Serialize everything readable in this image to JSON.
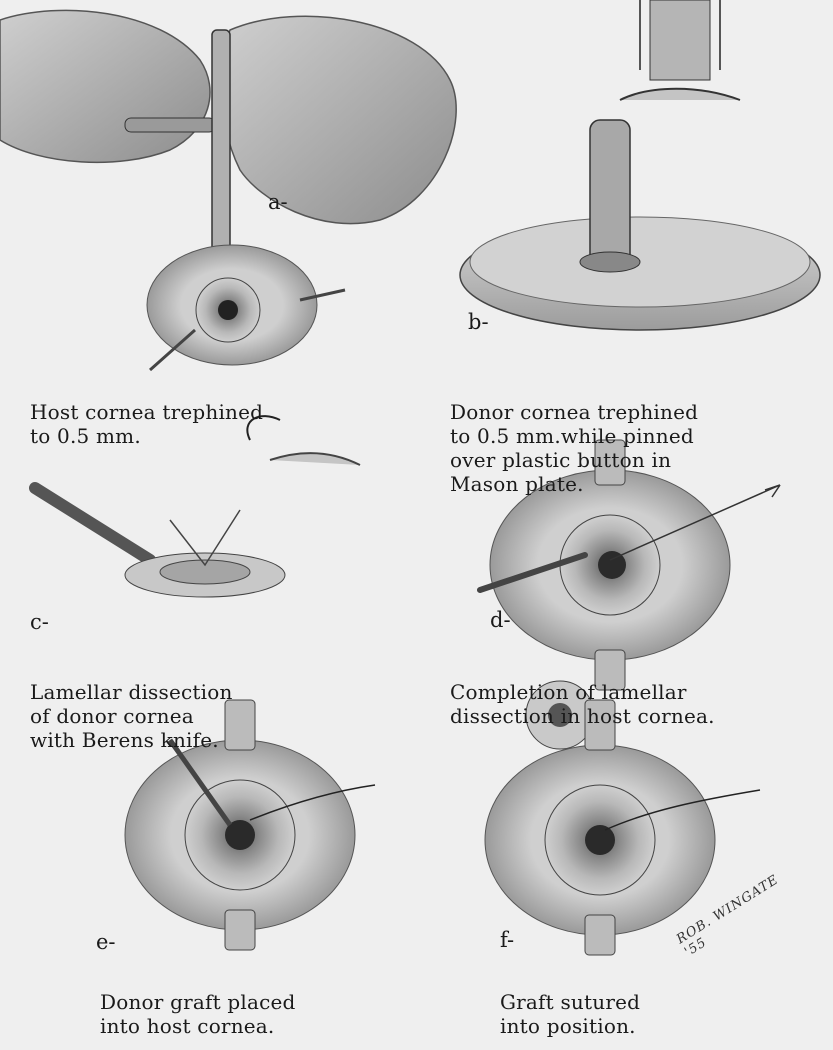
{
  "panels": [
    {
      "letter": "a-",
      "caption": [
        "Host cornea trephined",
        "to 0.5 mm."
      ]
    },
    {
      "letter": "b-",
      "caption": [
        "Donor cornea trephined",
        "to 0.5 mm.while pinned",
        "over plastic button in",
        "Mason plate."
      ]
    },
    {
      "letter": "c-",
      "caption": [
        "Lamellar dissection",
        "of donor cornea",
        "with Berens knife."
      ]
    },
    {
      "letter": "d-",
      "caption": [
        "Completion of lamellar",
        "dissection in host cornea."
      ]
    },
    {
      "letter": "e-",
      "caption": [
        "Donor graft placed",
        "into host cornea."
      ]
    },
    {
      "letter": "f-",
      "caption": [
        "Graft sutured",
        "into position."
      ]
    }
  ],
  "signature": "ROB. WINGATE '55",
  "colors": {
    "ink": "#1a1a1a",
    "paper": "#efefef"
  }
}
